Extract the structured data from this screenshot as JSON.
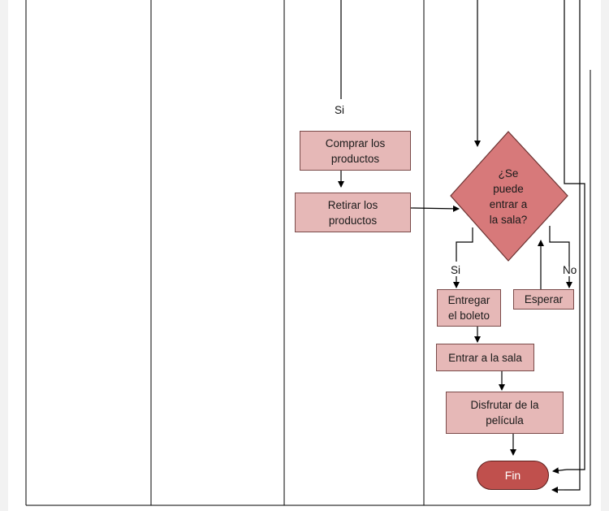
{
  "diagram": {
    "labels": {
      "si_top": "Si",
      "si_decision": "Si",
      "no_decision": "No"
    },
    "boxes": {
      "comprar": "Comprar los\nproductos",
      "retirar": "Retirar los\nproductos",
      "entregar": "Entregar\nel boleto",
      "esperar": "Esperar",
      "entrar": "Entrar a la sala",
      "disfrutar": "Disfrutar de la\npelícula"
    },
    "decision": "¿Se\npuede\nentrar a\nla sala?",
    "terminal": "Fin"
  },
  "colors": {
    "process_fill": "#e6b8b7",
    "decision_fill": "#d7797a",
    "terminal_fill": "#c0504d",
    "line": "#000000",
    "page": "#ffffff"
  }
}
